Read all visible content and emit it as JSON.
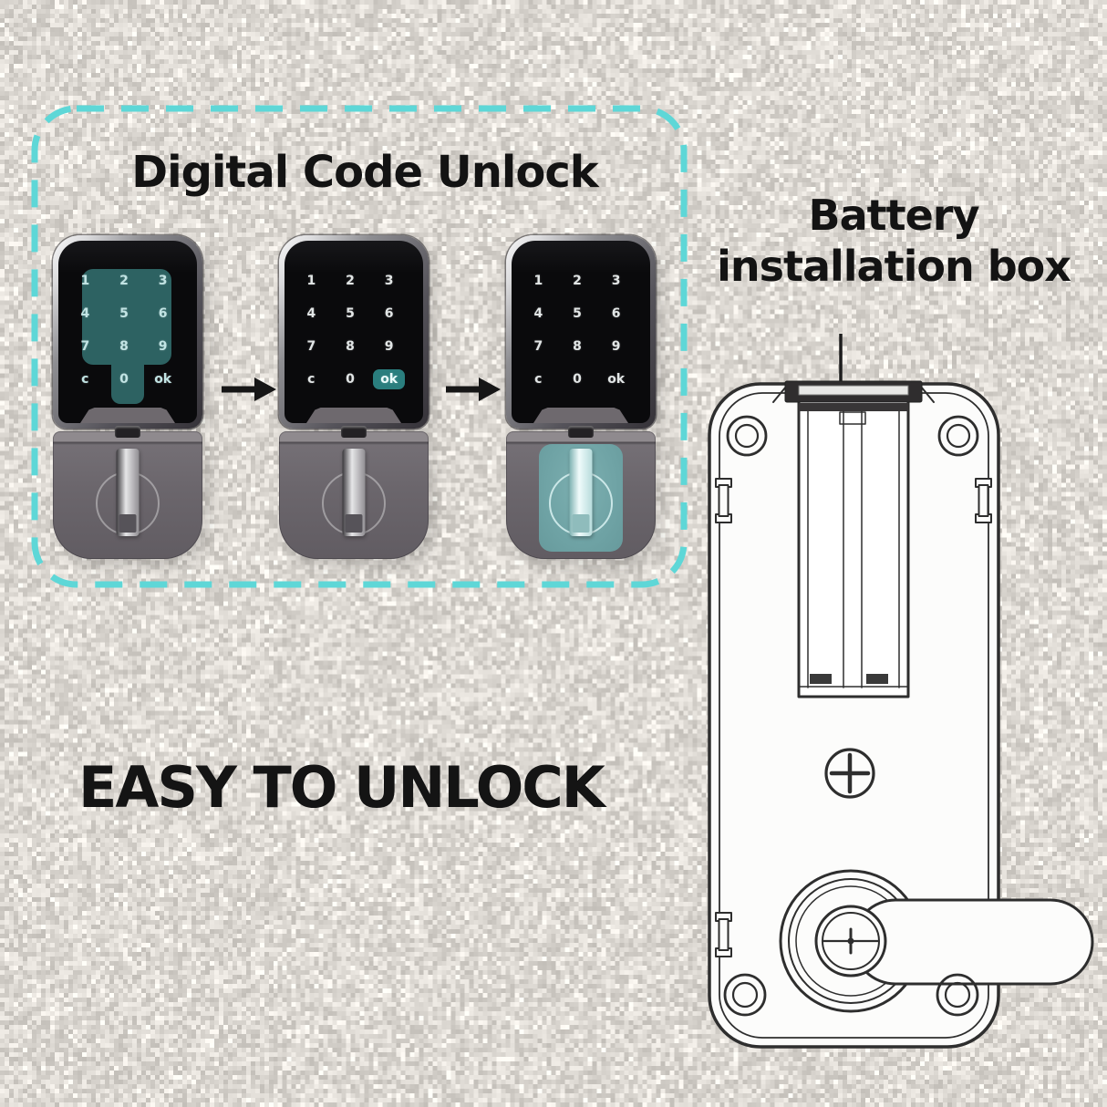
{
  "digital_code": {
    "title": "Digital Code Unlock",
    "keypad": {
      "keys": [
        "1",
        "2",
        "3",
        "4",
        "5",
        "6",
        "7",
        "8",
        "9",
        "c",
        "0",
        "ok"
      ]
    },
    "steps": [
      "enter-code-digits-highlighted",
      "press-ok-highlighted",
      "thumbturn-unlocked-highlighted"
    ]
  },
  "battery": {
    "line1": "Battery",
    "line2": "installation box"
  },
  "tagline": "EASY TO UNLOCK",
  "colors": {
    "dashed_border": "#5ed7d7",
    "digits_highlight": "#2d6262",
    "ok_highlight": "#2a7e7e",
    "unlock_highlight": "#6fa3a5",
    "lock_body": "#6b666c",
    "text": "#141414"
  }
}
